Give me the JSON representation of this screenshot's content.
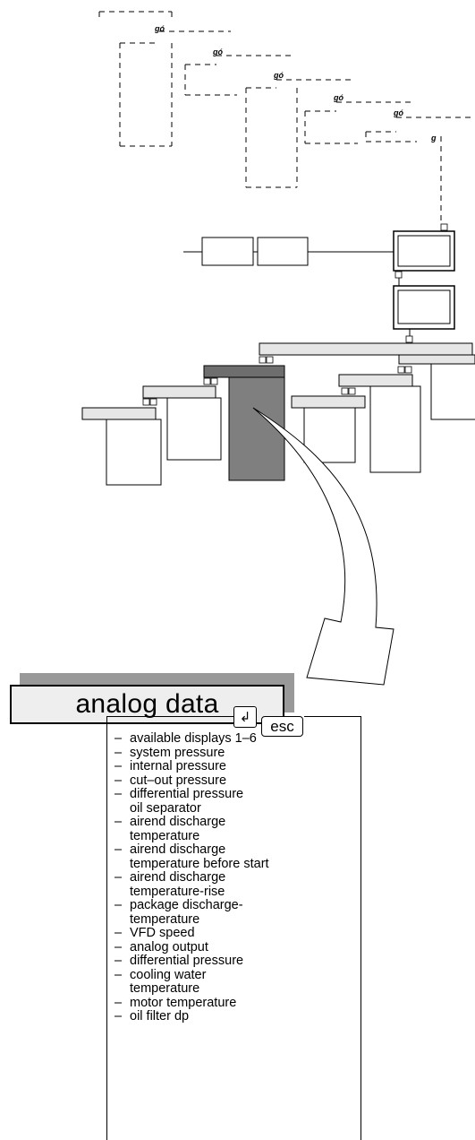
{
  "menu": {
    "title": "analog data",
    "enter_key": "↲",
    "esc_key": "esc",
    "items": [
      {
        "text": "available displays 1–6",
        "bullet": true
      },
      {
        "text": "system pressure",
        "bullet": true
      },
      {
        "text": "internal pressure",
        "bullet": true
      },
      {
        "text": "cut–out pressure",
        "bullet": true
      },
      {
        "text": "differential pressure",
        "bullet": true
      },
      {
        "text": "oil separator",
        "bullet": false
      },
      {
        "text": "airend discharge",
        "bullet": true
      },
      {
        "text": "temperature",
        "bullet": false
      },
      {
        "text": "airend discharge",
        "bullet": true
      },
      {
        "text": "temperature before start",
        "bullet": false
      },
      {
        "text": "airend discharge",
        "bullet": true
      },
      {
        "text": "temperature-rise",
        "bullet": false
      },
      {
        "text": "package discharge-",
        "bullet": true
      },
      {
        "text": "temperature",
        "bullet": false
      },
      {
        "text": "VFD speed",
        "bullet": true
      },
      {
        "text": "analog output",
        "bullet": true
      },
      {
        "text": "differential pressure",
        "bullet": true
      },
      {
        "text": "cooling water",
        "bullet": true
      },
      {
        "text": "temperature",
        "bullet": false
      },
      {
        "text": "motor temperature",
        "bullet": true
      },
      {
        "text": "oil filter dp",
        "bullet": true
      }
    ]
  },
  "colors": {
    "line": "#000000",
    "title_fill": "#eeeeee",
    "title_shadow": "#999999",
    "selected_card": "#7f7f7f",
    "header_bar": "#e6e6e6",
    "header_bar_dark": "#6e6e6e"
  }
}
